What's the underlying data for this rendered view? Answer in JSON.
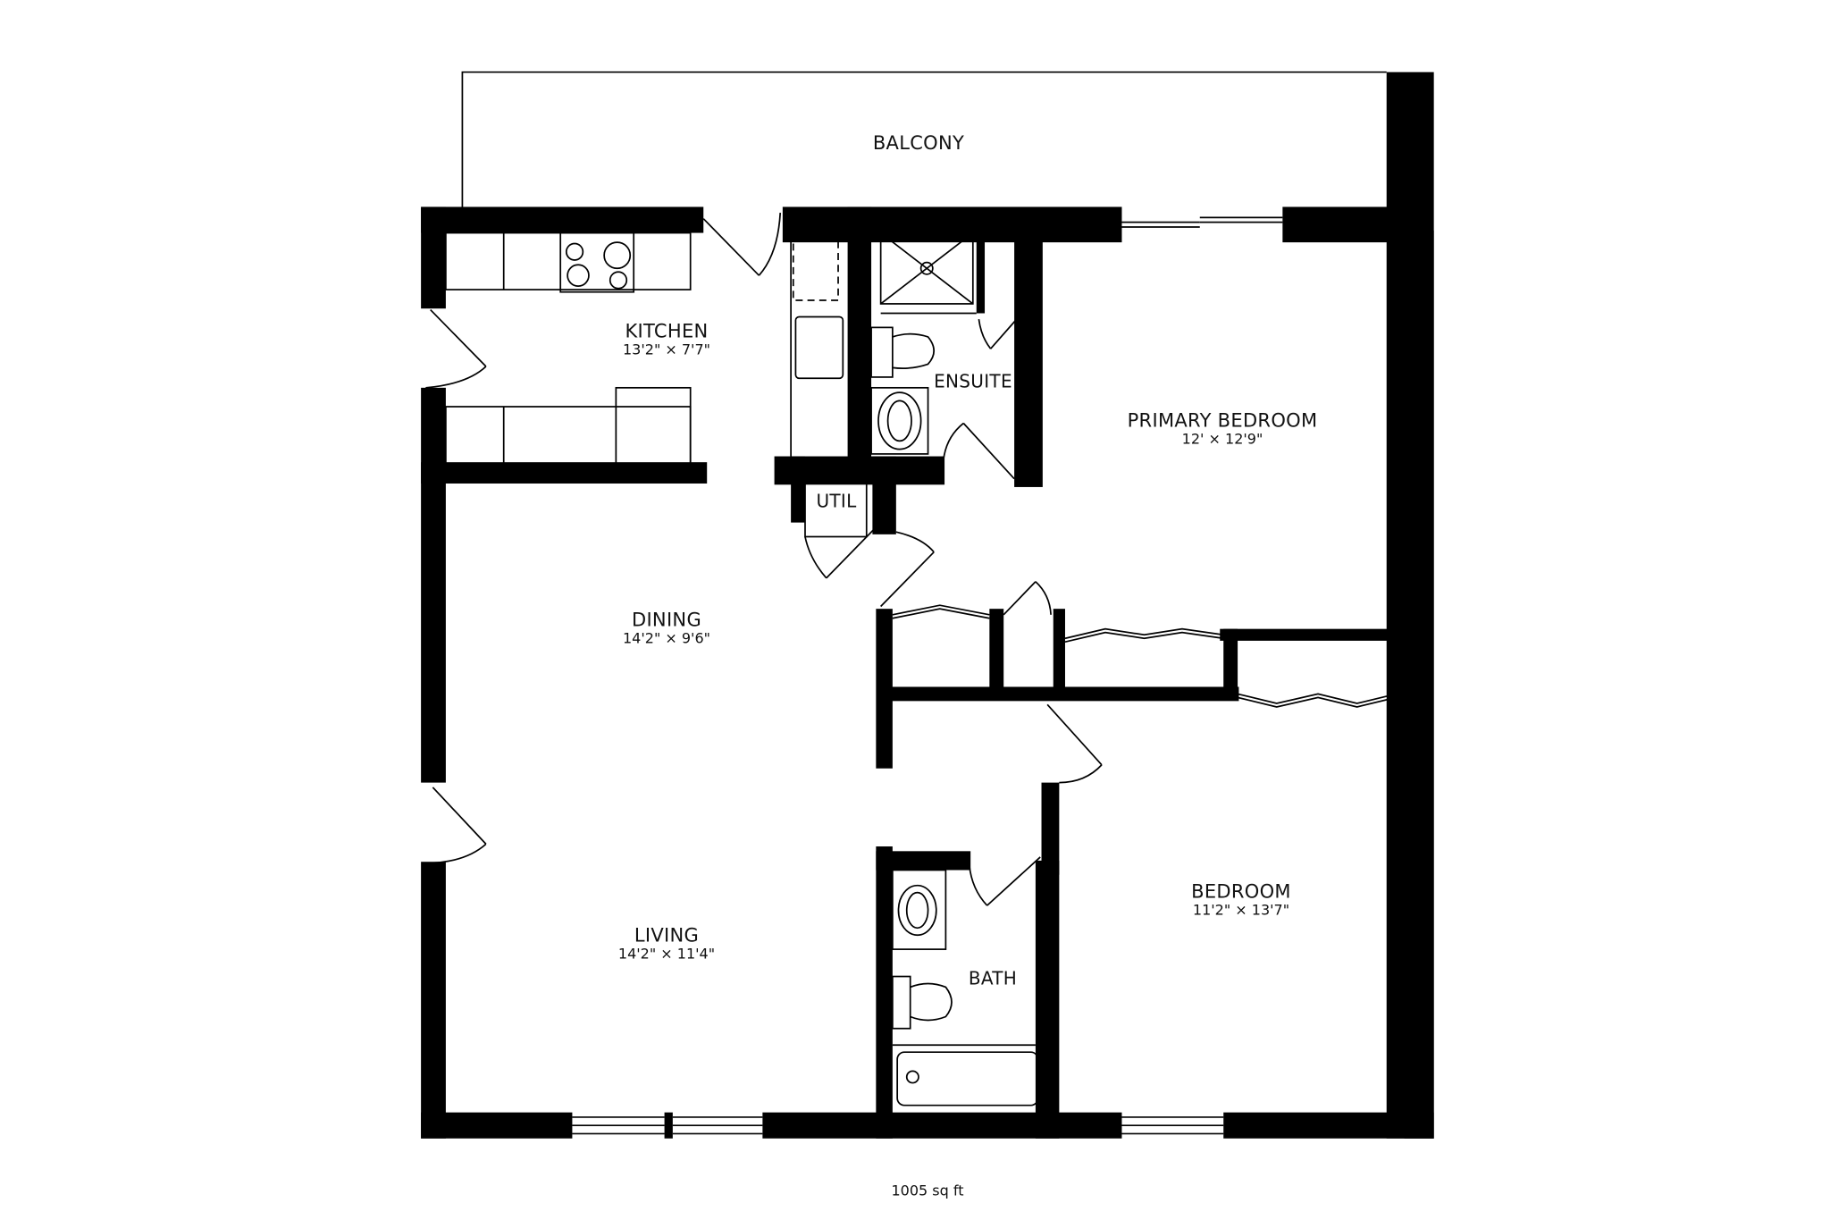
{
  "floorplan": {
    "colors": {
      "wall": "#000000",
      "background": "#ffffff",
      "line": "#000000"
    },
    "total_area": "1005 sq ft",
    "rooms": [
      {
        "id": "balcony",
        "name": "BALCONY",
        "dimensions": ""
      },
      {
        "id": "kitchen",
        "name": "KITCHEN",
        "dimensions": "13'2\" × 7'7\""
      },
      {
        "id": "ensuite",
        "name": "ENSUITE",
        "dimensions": ""
      },
      {
        "id": "primary-bedroom",
        "name": "PRIMARY BEDROOM",
        "dimensions": "12' × 12'9\""
      },
      {
        "id": "util",
        "name": "UTIL",
        "dimensions": ""
      },
      {
        "id": "dining",
        "name": "DINING",
        "dimensions": "14'2\" × 9'6\""
      },
      {
        "id": "living",
        "name": "LIVING",
        "dimensions": "14'2\" × 11'4\""
      },
      {
        "id": "bath",
        "name": "BATH",
        "dimensions": ""
      },
      {
        "id": "bedroom",
        "name": "BEDROOM",
        "dimensions": "11'2\" × 13'7\""
      }
    ]
  }
}
